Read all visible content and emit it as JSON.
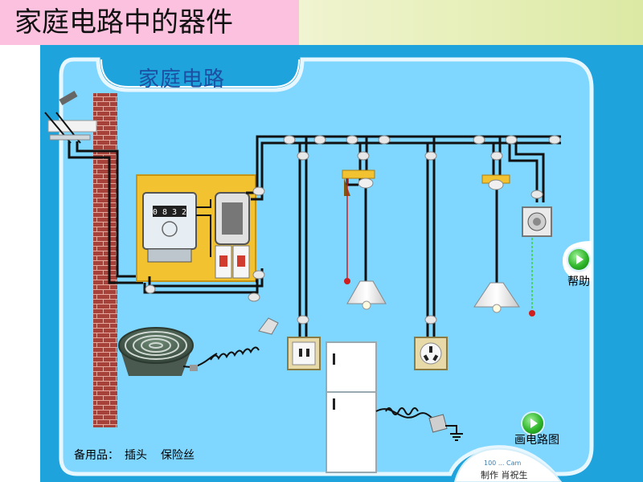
{
  "page": {
    "title": "家庭电路中的器件"
  },
  "panel": {
    "title": "家庭电路"
  },
  "controls": {
    "help_label": "帮助",
    "draw_circuit_label": "画电路图"
  },
  "spares": {
    "prefix": "备用品：",
    "plug": "插头",
    "fuse": "保险丝"
  },
  "meter": {
    "reading": "0 8 3 2"
  },
  "credit": {
    "logo_text": "100 ... Cam",
    "author": "制作 肖祝生"
  },
  "colors": {
    "title_bg": "#fbc1de",
    "frame_blue": "#1ea3dc",
    "panel_bg": "#7fd6ff",
    "panel_border": "#e6f7ff",
    "wire": "#111111",
    "brick": "#a7423a",
    "board": "#f2c230",
    "button_green": "#2fb52a"
  },
  "icons": [
    "help-button-icon",
    "draw-circuit-button-icon"
  ]
}
